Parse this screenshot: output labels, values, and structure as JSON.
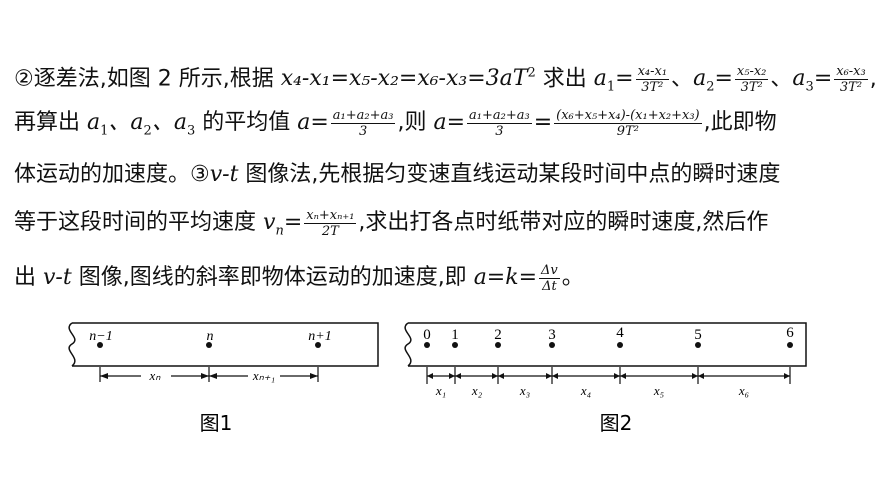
{
  "text": {
    "l1_a": "②逐差法,如图 2 所示,根据 ",
    "l1_eq": "x₄-x₁=x₅-x₂=x₆-x₃=3aT",
    "l1_b": "求出 ",
    "a1_num": "x₄-x₁",
    "a1_den": "3T²",
    "a2_num": "x₅-x₂",
    "a2_den": "3T²",
    "a3_num": "x₆-x₃",
    "a3_den": "3T²",
    "l2_a": "再算出 ",
    "l2_b": " 的平均值 ",
    "avg_num": "a₁+a₂+a₃",
    "avg_den": "3",
    "l2_c": ",则 ",
    "final_num": "(x₆+x₅+x₄)-(x₁+x₂+x₃)",
    "final_den": "9T²",
    "l2_d": ",此即物",
    "l3_a": "体运动的加速度。③",
    "l3_vt": "v-t",
    "l3_b": " 图像法,先根据匀变速直线运动某段时间中点的瞬时速度",
    "l4_a": "等于这段时间的平均速度 ",
    "vn_num": "xₙ+xₙ₊₁",
    "vn_den": "2T",
    "l4_b": ",求出打各点时纸带对应的瞬时速度,然后作",
    "l5_a": "出 ",
    "l5_b": " 图像,图线的斜率即物体运动的加速度,即 ",
    "k_num": "Δv",
    "k_den": "Δt",
    "l5_c": "。"
  },
  "figure1": {
    "caption": "图1",
    "point_labels": [
      "n−1",
      "n",
      "n+1"
    ],
    "interval_labels": [
      "xₙ",
      "xₙ₊₁"
    ]
  },
  "figure2": {
    "caption": "图2",
    "point_labels": [
      "0",
      "1",
      "2",
      "3",
      "4",
      "5",
      "6"
    ],
    "interval_labels": [
      "x₁",
      "x₂",
      "x₃",
      "x₄",
      "x₅",
      "x₆"
    ]
  }
}
